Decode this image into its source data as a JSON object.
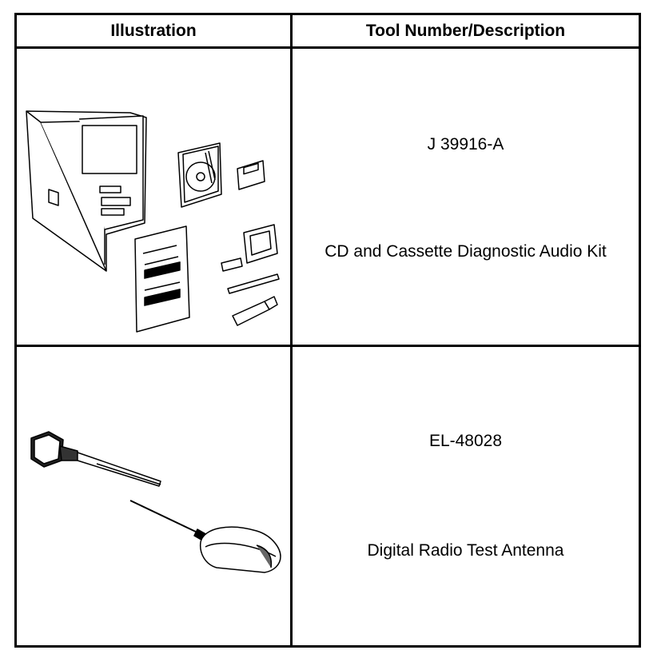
{
  "table": {
    "headers": {
      "illustration": "Illustration",
      "tool": "Tool Number/Description"
    },
    "rows": [
      {
        "tool_number": "J 39916-A",
        "description": "CD and Cassette Diagnostic Audio Kit"
      },
      {
        "tool_number": "EL-48028",
        "description": "Digital Radio Test Antenna"
      }
    ]
  }
}
